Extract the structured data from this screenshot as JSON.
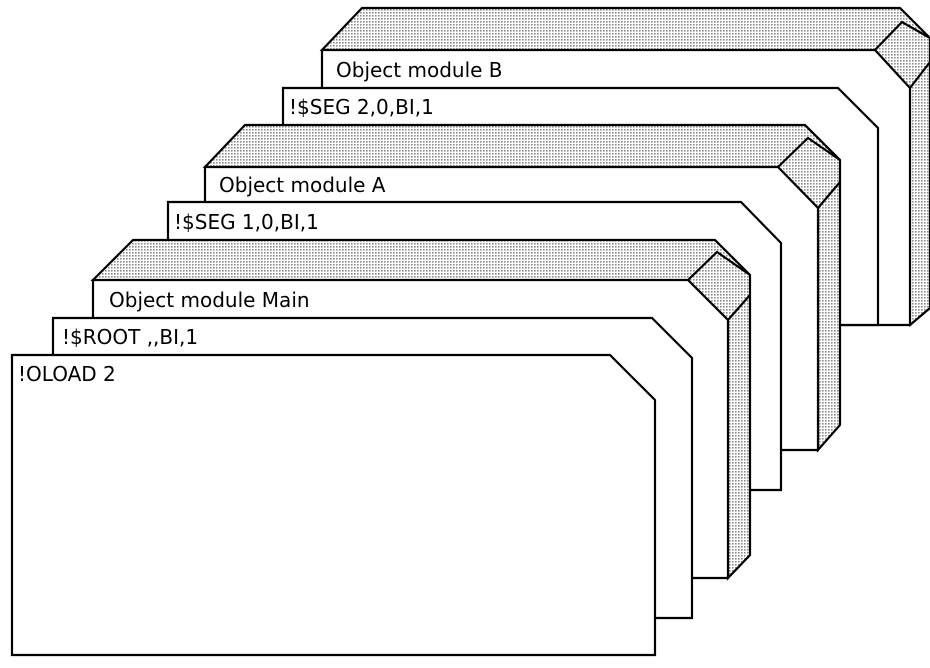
{
  "deck_colors": {
    "line": "#000000",
    "card": "#ffffff",
    "shading": "#9a9a9a"
  },
  "decks": [
    {
      "id": "B",
      "cards": [
        {
          "label": "Object module B"
        },
        {
          "label": "!$SEG 2,0,BI,1"
        }
      ]
    },
    {
      "id": "A",
      "cards": [
        {
          "label": "Object module A"
        },
        {
          "label": "!$SEG 1,0,BI,1"
        }
      ]
    },
    {
      "id": "Main",
      "cards": [
        {
          "label": "Object module Main"
        },
        {
          "label": "!$ROOT  ,,BI,1"
        }
      ]
    }
  ],
  "front_card": {
    "label": "!OLOAD 2"
  }
}
